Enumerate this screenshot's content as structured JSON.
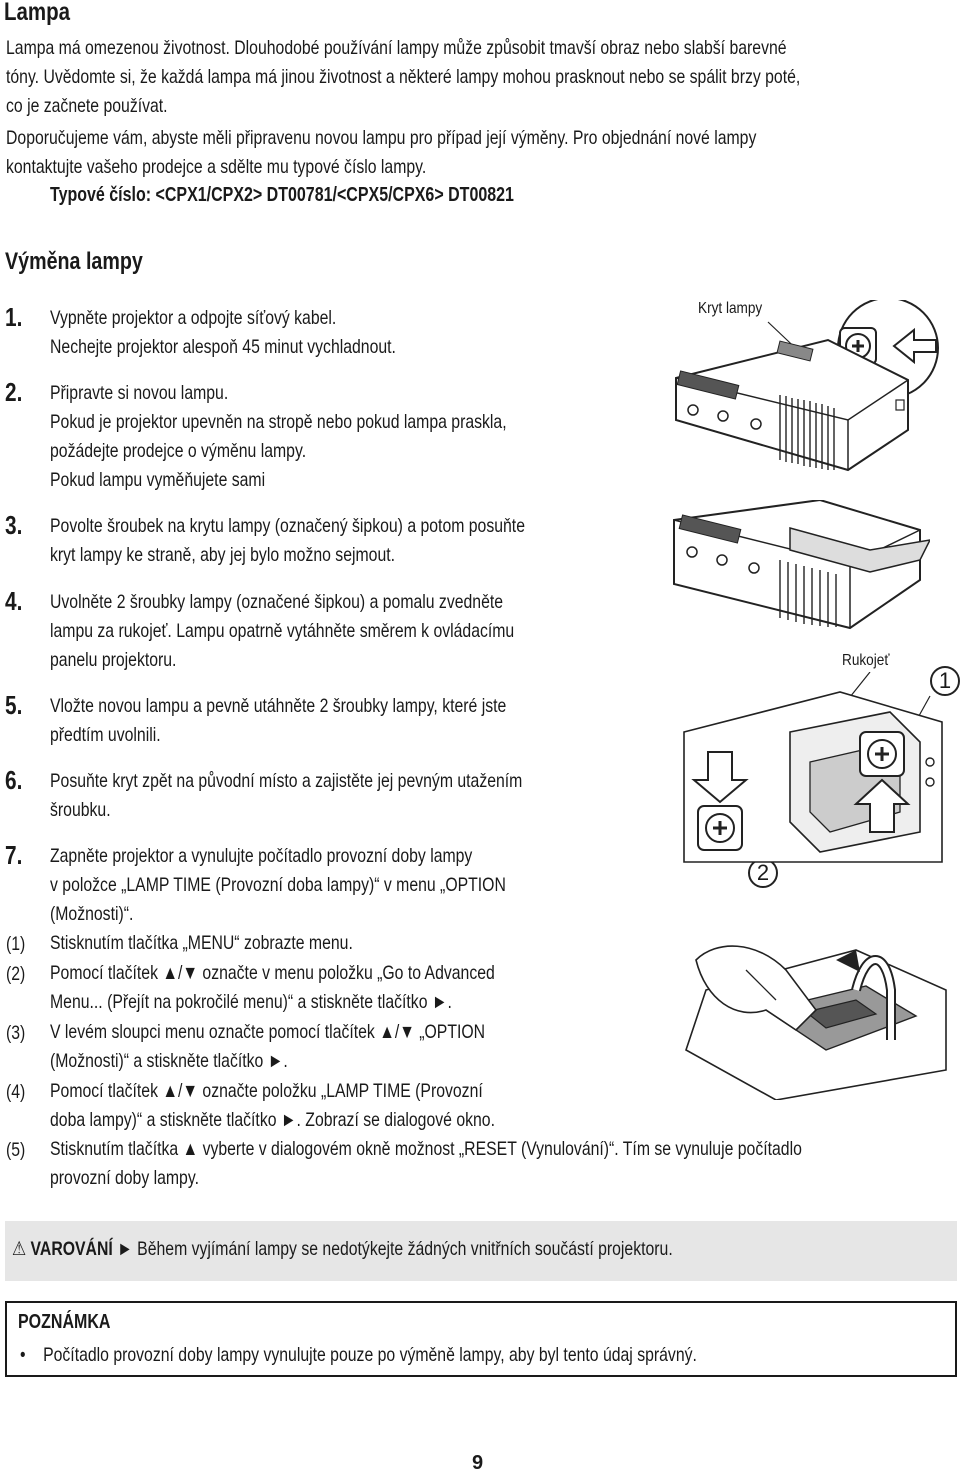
{
  "title": "Lampa",
  "intro": {
    "p1": [
      "Lampa má omezenou životnost. Dlouhodobé používání lampy může způsobit tmavší obraz nebo slabší barevné",
      "tóny. Uvědomte si, že každá lampa má jinou životnost a některé lampy mohou prasknout nebo se spálit brzy poté,",
      "co je začnete používat."
    ],
    "p2": [
      "Doporučujeme vám, abyste měli připravenu novou lampu pro případ její výměny. Pro objednání nové lampy",
      "kontaktujte vašeho prodejce a sdělte mu typové číslo lampy."
    ],
    "type_number": "Typové číslo: <CPX1/CPX2> DT00781/<CPX5/CPX6> DT00821"
  },
  "section_title": "Výměna lampy",
  "steps": [
    {
      "num": "1.",
      "lines": [
        "Vypněte projektor a odpojte síťový kabel.",
        "Nechejte projektor alespoň 45 minut vychladnout."
      ]
    },
    {
      "num": "2.",
      "lines": [
        "Připravte si novou lampu.",
        "Pokud je projektor upevněn na stropě nebo pokud lampa praskla,",
        "požádejte prodejce o výměnu lampy.",
        "Pokud lampu vyměňujete sami"
      ]
    },
    {
      "num": "3.",
      "lines": [
        "Povolte šroubek na krytu lampy (označený šipkou) a potom posuňte",
        "kryt lampy ke straně, aby jej bylo možno sejmout."
      ]
    },
    {
      "num": "4.",
      "lines": [
        "Uvolněte 2 šroubky lampy (označené šipkou) a pomalu zvedněte",
        "lampu za rukojeť. Lampu opatrně vytáhněte směrem k ovládacímu",
        "panelu projektoru."
      ]
    },
    {
      "num": "5.",
      "lines": [
        "Vložte novou lampu a pevně utáhněte 2 šroubky lampy, které jste",
        "předtím uvolnili."
      ]
    },
    {
      "num": "6.",
      "lines": [
        "Posuňte kryt zpět na původní místo a zajistěte jej pevným utažením",
        "šroubku."
      ]
    },
    {
      "num": "7.",
      "lines": [
        "Zapněte projektor a vynulujte počítadlo provozní doby lampy",
        "v položce „LAMP TIME (Provozní doba lampy)“ v menu „OPTION",
        "(Možnosti)“."
      ]
    }
  ],
  "substeps": [
    {
      "num": "(1)",
      "lines": [
        "Stisknutím tlačítka „MENU“ zobrazte menu."
      ]
    },
    {
      "num": "(2)",
      "lines": [
        "Pomocí tlačítek ▲/▼ označte v menu položku „Go to Advanced",
        "Menu... (Přejít na pokročilé menu)“ a stiskněte tlačítko ►."
      ]
    },
    {
      "num": "(3)",
      "lines": [
        "V levém sloupci menu označte pomocí tlačítek ▲/▼ „OPTION",
        "(Možnosti)“ a stiskněte tlačítko ►."
      ]
    },
    {
      "num": "(4)",
      "lines": [
        "Pomocí tlačítek ▲/▼ označte položku „LAMP TIME (Provozní",
        "doba lampy)“ a stiskněte tlačítko ►. Zobrazí se dialogové okno."
      ]
    },
    {
      "num": "(5)",
      "lines": [
        "Stisknutím tlačítka ▲ vyberte v dialogovém okně možnost „RESET (Vynulování)“. Tím se vynuluje počítadlo",
        "provozní doby lampy."
      ]
    }
  ],
  "warning": {
    "symbol": "⚠",
    "label": "VAROVÁNÍ",
    "arrow": "►",
    "text": "Během vyjímání lampy se nedotýkejte žádných vnitřních součástí projektoru."
  },
  "note": {
    "title": "POZNÁMKA",
    "bullet": "•",
    "text": "Počítadlo provozní doby lampy vynulujte pouze po výměně lampy, aby byl tento údaj správný."
  },
  "figures": {
    "lamp_cover_label": "Kryt lampy",
    "handle_label": "Rukojeť",
    "callout_1": "1",
    "callout_2": "2"
  },
  "page_number": "9"
}
